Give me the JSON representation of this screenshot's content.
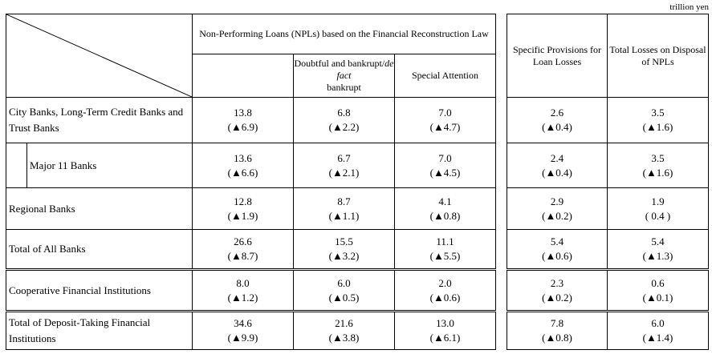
{
  "unit": "trillion yen",
  "header": {
    "npl_group": "Non-Performing Loans (NPLs) based on the Financial Reconstruction Law",
    "doubtful_pre": "Doubtful and bankrupt/",
    "doubtful_italic": "de fact",
    "doubtful_post": "bankrupt",
    "special": "Special Attention",
    "provisions": "Specific Provisions for Loan Losses",
    "losses": "Total Losses on Disposal of NPLs"
  },
  "rows": [
    {
      "label": "City Banks, Long-Term Credit Banks and Trust Banks",
      "npl": "13.8",
      "npl_c": "(▲6.9)",
      "dbt": "6.8",
      "dbt_c": "(▲2.2)",
      "spc": "7.0",
      "spc_c": "(▲4.7)",
      "prv": "2.6",
      "prv_c": "(▲0.4)",
      "los": "3.5",
      "los_c": "(▲1.6)"
    },
    {
      "label": "Major 11 Banks",
      "npl": "13.6",
      "npl_c": "(▲6.6)",
      "dbt": "6.7",
      "dbt_c": "(▲2.1)",
      "spc": "7.0",
      "spc_c": "(▲4.5)",
      "prv": "2.4",
      "prv_c": "(▲0.4)",
      "los": "3.5",
      "los_c": "(▲1.6)"
    },
    {
      "label": "Regional Banks",
      "npl": "12.8",
      "npl_c": "(▲1.9)",
      "dbt": "8.7",
      "dbt_c": "(▲1.1)",
      "spc": "4.1",
      "spc_c": "(▲0.8)",
      "prv": "2.9",
      "prv_c": "(▲0.2)",
      "los": "1.9",
      "los_c": "( 0.4 )"
    },
    {
      "label": "Total of All Banks",
      "npl": "26.6",
      "npl_c": "(▲8.7)",
      "dbt": "15.5",
      "dbt_c": "(▲3.2)",
      "spc": "11.1",
      "spc_c": "(▲5.5)",
      "prv": "5.4",
      "prv_c": "(▲0.6)",
      "los": "5.4",
      "los_c": "(▲1.3)"
    },
    {
      "label": "Cooperative Financial Institutions",
      "npl": "8.0",
      "npl_c": "(▲1.2)",
      "dbt": "6.0",
      "dbt_c": "(▲0.5)",
      "spc": "2.0",
      "spc_c": "(▲0.6)",
      "prv": "2.3",
      "prv_c": "(▲0.2)",
      "los": "0.6",
      "los_c": "(▲0.1)"
    },
    {
      "label": "Total of Deposit-Taking Financial Institutions",
      "npl": "34.6",
      "npl_c": "(▲9.9)",
      "dbt": "21.6",
      "dbt_c": "(▲3.8)",
      "spc": "13.0",
      "spc_c": "(▲6.1)",
      "prv": "7.8",
      "prv_c": "(▲0.8)",
      "los": "6.0",
      "los_c": "(▲1.4)"
    }
  ]
}
